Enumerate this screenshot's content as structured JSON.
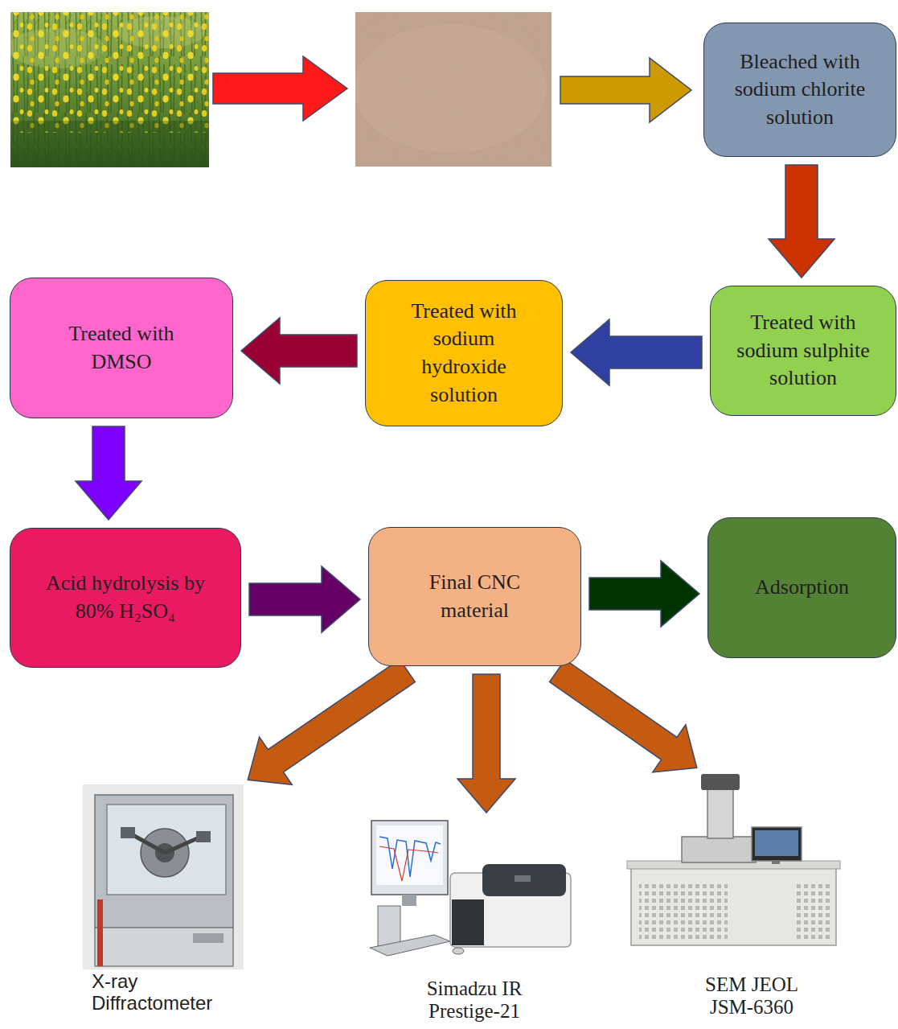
{
  "diagram": {
    "nodes": [
      {
        "text": [
          "Bleached with sodium chlorite solution"
        ]
      },
      {
        "text": [
          "Treated with sodium sulphite solution"
        ]
      },
      {
        "text": [
          "Treated with sodium hydroxide solution"
        ]
      },
      {
        "text": [
          "Treated with DMSO"
        ]
      },
      {
        "text": [
          "Acid hydrolysis by 80% H₂SO₄"
        ]
      },
      {
        "text": [
          "Final CNC material"
        ]
      },
      {
        "text": [
          "Adsorption"
        ]
      },
      {
        "text": [
          "X-ray Diffractometer"
        ]
      },
      {
        "text": [
          "Simadzu IR Prestige-21"
        ]
      },
      {
        "text": [
          "SEM JEOL JSM-6360"
        ]
      }
    ],
    "edges": [
      {
        "from": 0,
        "to": 1,
        "arrow": "to"
      },
      {
        "from": 1,
        "to": 2,
        "arrow": "to"
      },
      {
        "from": 2,
        "to": 3,
        "arrow": "to"
      },
      {
        "from": 3,
        "to": 4,
        "arrow": "to"
      },
      {
        "from": 4,
        "to": 5,
        "arrow": "to"
      },
      {
        "from": 5,
        "to": 6,
        "arrow": "to"
      },
      {
        "from": 5,
        "to": 7,
        "arrow": "to"
      },
      {
        "from": 5,
        "to": 8,
        "arrow": "to"
      },
      {
        "from": 5,
        "to": 9,
        "arrow": "to"
      }
    ]
  }
}
